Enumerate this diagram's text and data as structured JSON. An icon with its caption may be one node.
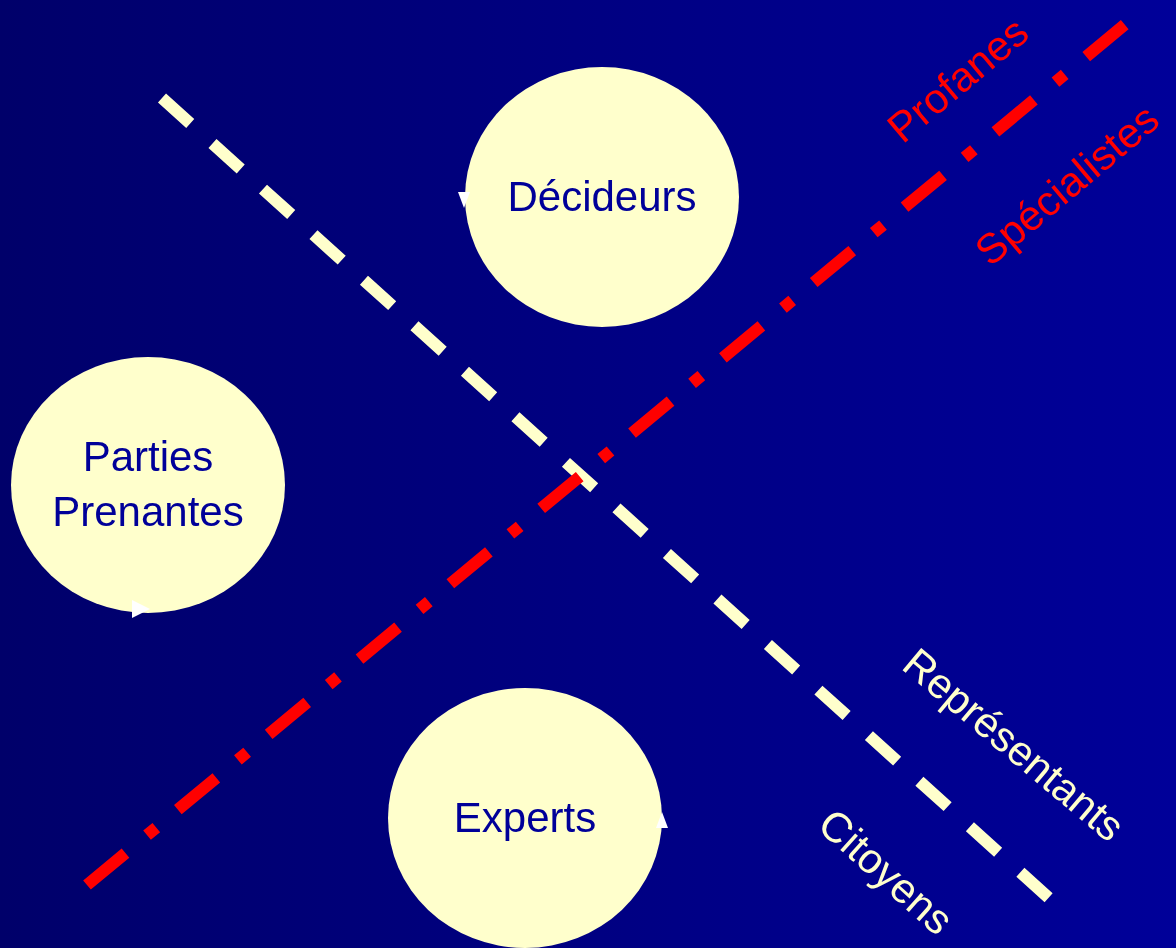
{
  "diagram": {
    "nodes": [
      {
        "text": [
          "Décideurs"
        ]
      },
      {
        "text": [
          "Parties Prenantes"
        ]
      },
      {
        "text": [
          "Experts"
        ]
      }
    ],
    "labels": [
      "Profanes",
      "Spécialistes",
      "Représentants",
      "Citoyens"
    ]
  }
}
